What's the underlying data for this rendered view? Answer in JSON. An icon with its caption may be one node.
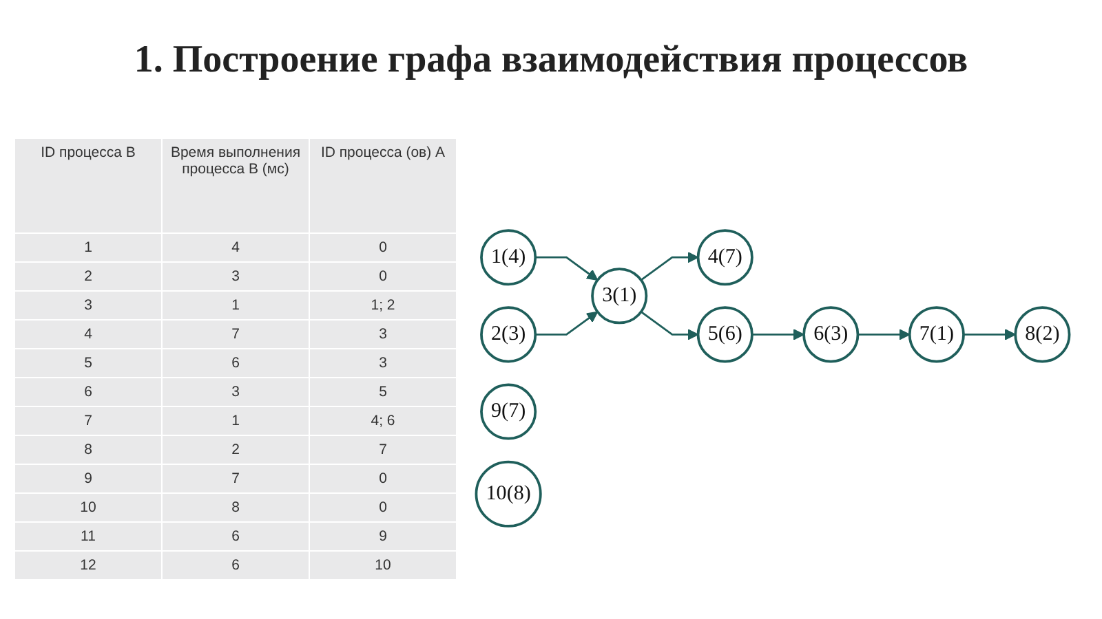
{
  "diagram": {
    "title": "1. Построение графа взаимодействия процессов",
    "nodes": [
      {
        "text": [
          "1(4)"
        ]
      },
      {
        "text": [
          "2(3)"
        ]
      },
      {
        "text": [
          "9(7)"
        ]
      },
      {
        "text": [
          "10(8)"
        ]
      },
      {
        "text": [
          "3(1)"
        ]
      },
      {
        "text": [
          "4(7)"
        ]
      },
      {
        "text": [
          "5(6)"
        ]
      },
      {
        "text": [
          "6(3)"
        ]
      },
      {
        "text": [
          "7(1)"
        ]
      },
      {
        "text": [
          "8(2)"
        ]
      }
    ],
    "edges": [
      {
        "from": 0,
        "to": 4,
        "arrow": "to"
      },
      {
        "from": 1,
        "to": 4,
        "arrow": "to"
      },
      {
        "from": 4,
        "to": 5,
        "arrow": "to"
      },
      {
        "from": 4,
        "to": 6,
        "arrow": "to"
      },
      {
        "from": 6,
        "to": 7,
        "arrow": "to"
      },
      {
        "from": 7,
        "to": 8,
        "arrow": "to"
      },
      {
        "from": 8,
        "to": 9,
        "arrow": "to"
      }
    ],
    "labels": [
      "ID процесса B",
      "Время выполнения процесса B (мс)",
      "ID процесса (ов) A",
      "1",
      "4",
      "0",
      "2",
      "3",
      "0",
      "3",
      "1",
      "1; 2",
      "4",
      "7",
      "3",
      "5",
      "6",
      "3",
      "6",
      "3",
      "5",
      "7",
      "1",
      "4; 6",
      "8",
      "2",
      "7",
      "9",
      "7",
      "0",
      "10",
      "8",
      "0",
      "11",
      "6",
      "9",
      "12",
      "6",
      "10"
    ]
  }
}
